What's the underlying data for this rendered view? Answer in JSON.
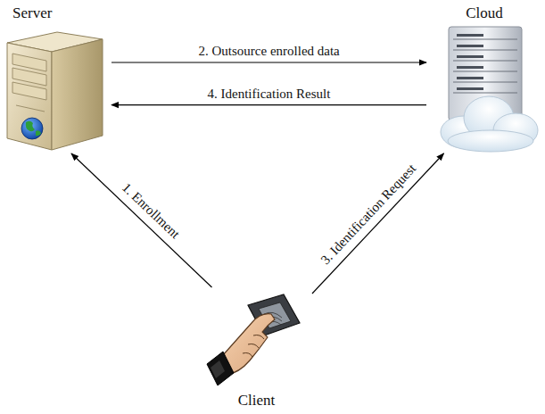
{
  "diagram": {
    "nodes": [
      {
        "text": [
          "Server"
        ]
      },
      {
        "text": [
          "Cloud"
        ]
      },
      {
        "text": [
          "Client"
        ]
      }
    ],
    "edges": [
      {
        "from": 2,
        "to": 0,
        "label": "1. Enrollment",
        "arrow": "to"
      },
      {
        "from": 0,
        "to": 1,
        "label": "2. Outsource enrolled data",
        "arrow": "to"
      },
      {
        "from": 2,
        "to": 1,
        "label": "3. Identification Request",
        "arrow": "to"
      },
      {
        "from": 1,
        "to": 0,
        "label": "4. Identification Result",
        "arrow": "to"
      }
    ]
  }
}
